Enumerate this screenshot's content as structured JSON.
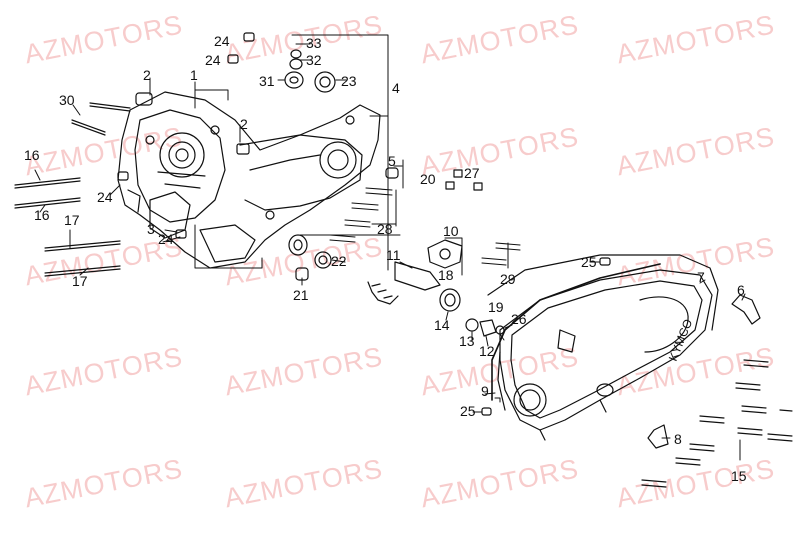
{
  "watermark_text": "AZMOTORS",
  "brand_mark": "KYMCO",
  "callouts": [
    "1",
    "2",
    "2",
    "3",
    "4",
    "5",
    "6",
    "7",
    "8",
    "9",
    "10",
    "11",
    "12",
    "13",
    "14",
    "15",
    "16",
    "16",
    "17",
    "17",
    "18",
    "19",
    "20",
    "21",
    "22",
    "23",
    "24",
    "24",
    "24",
    "24",
    "25",
    "25",
    "26",
    "27",
    "28",
    "29",
    "30",
    "31",
    "32",
    "33"
  ],
  "colors": {
    "line": "#111111",
    "watermark": "#f2a3a3",
    "background": "#ffffff"
  }
}
